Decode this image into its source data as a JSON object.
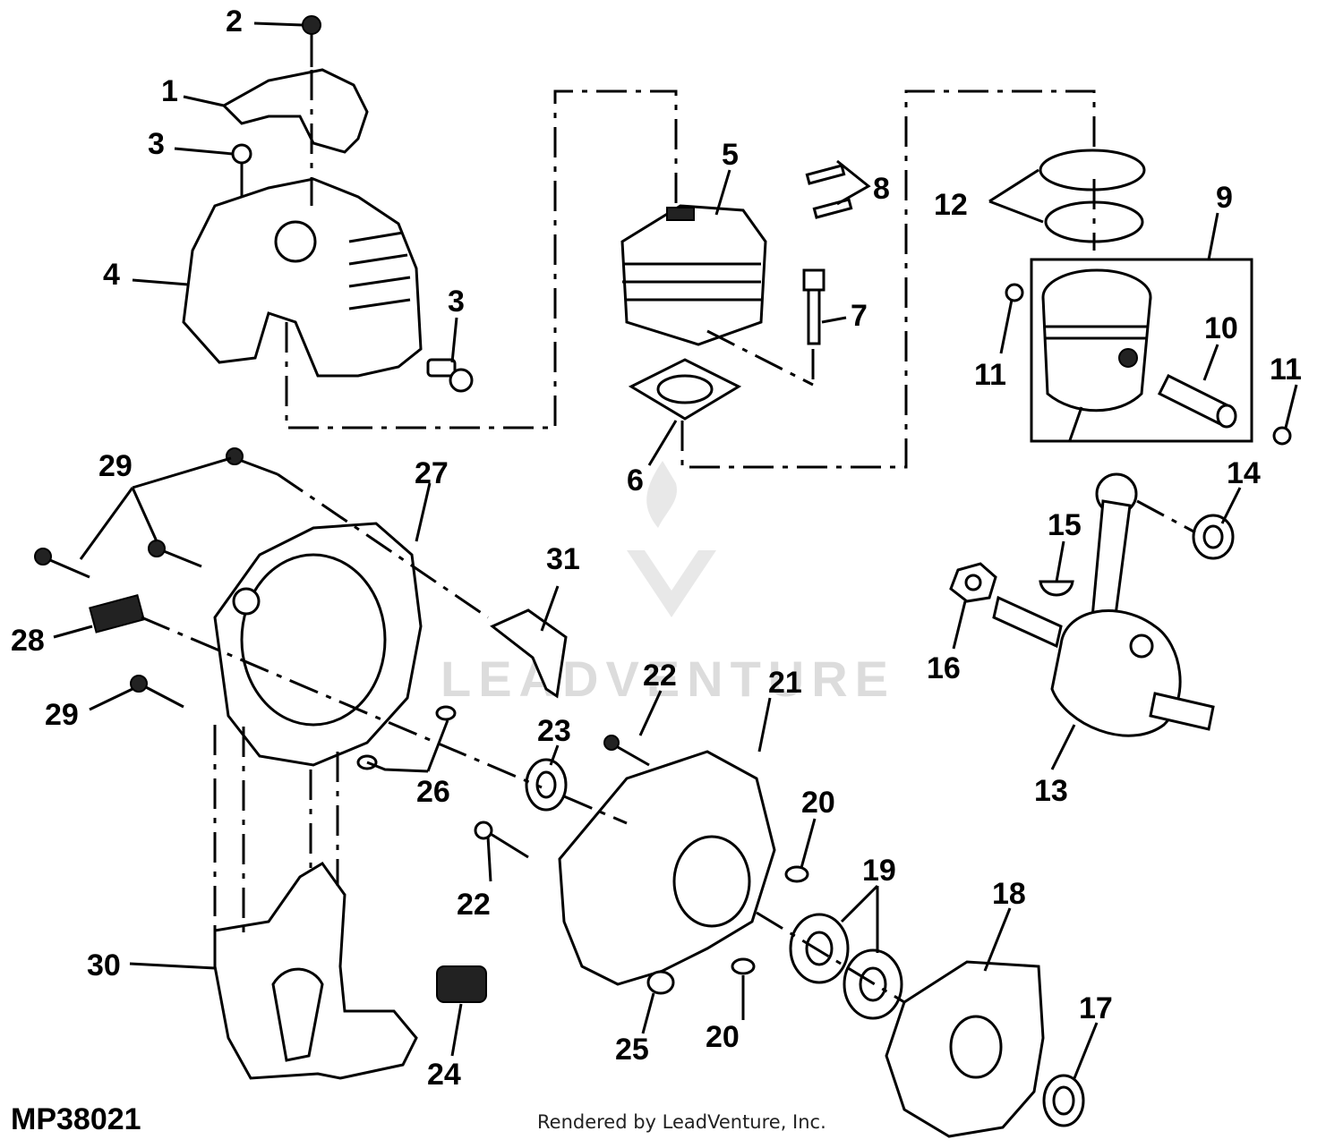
{
  "diagram_code": "MP38021",
  "credit": "Rendered by LeadVenture, Inc.",
  "watermark": "LEADVENTURE",
  "callouts": [
    "1",
    "2",
    "3",
    "3",
    "4",
    "5",
    "6",
    "7",
    "8",
    "9",
    "10",
    "11",
    "11",
    "12",
    "13",
    "14",
    "15",
    "16",
    "17",
    "18",
    "19",
    "20",
    "20",
    "21",
    "22",
    "22",
    "23",
    "24",
    "25",
    "26",
    "27",
    "28",
    "29",
    "29",
    "30",
    "31"
  ]
}
